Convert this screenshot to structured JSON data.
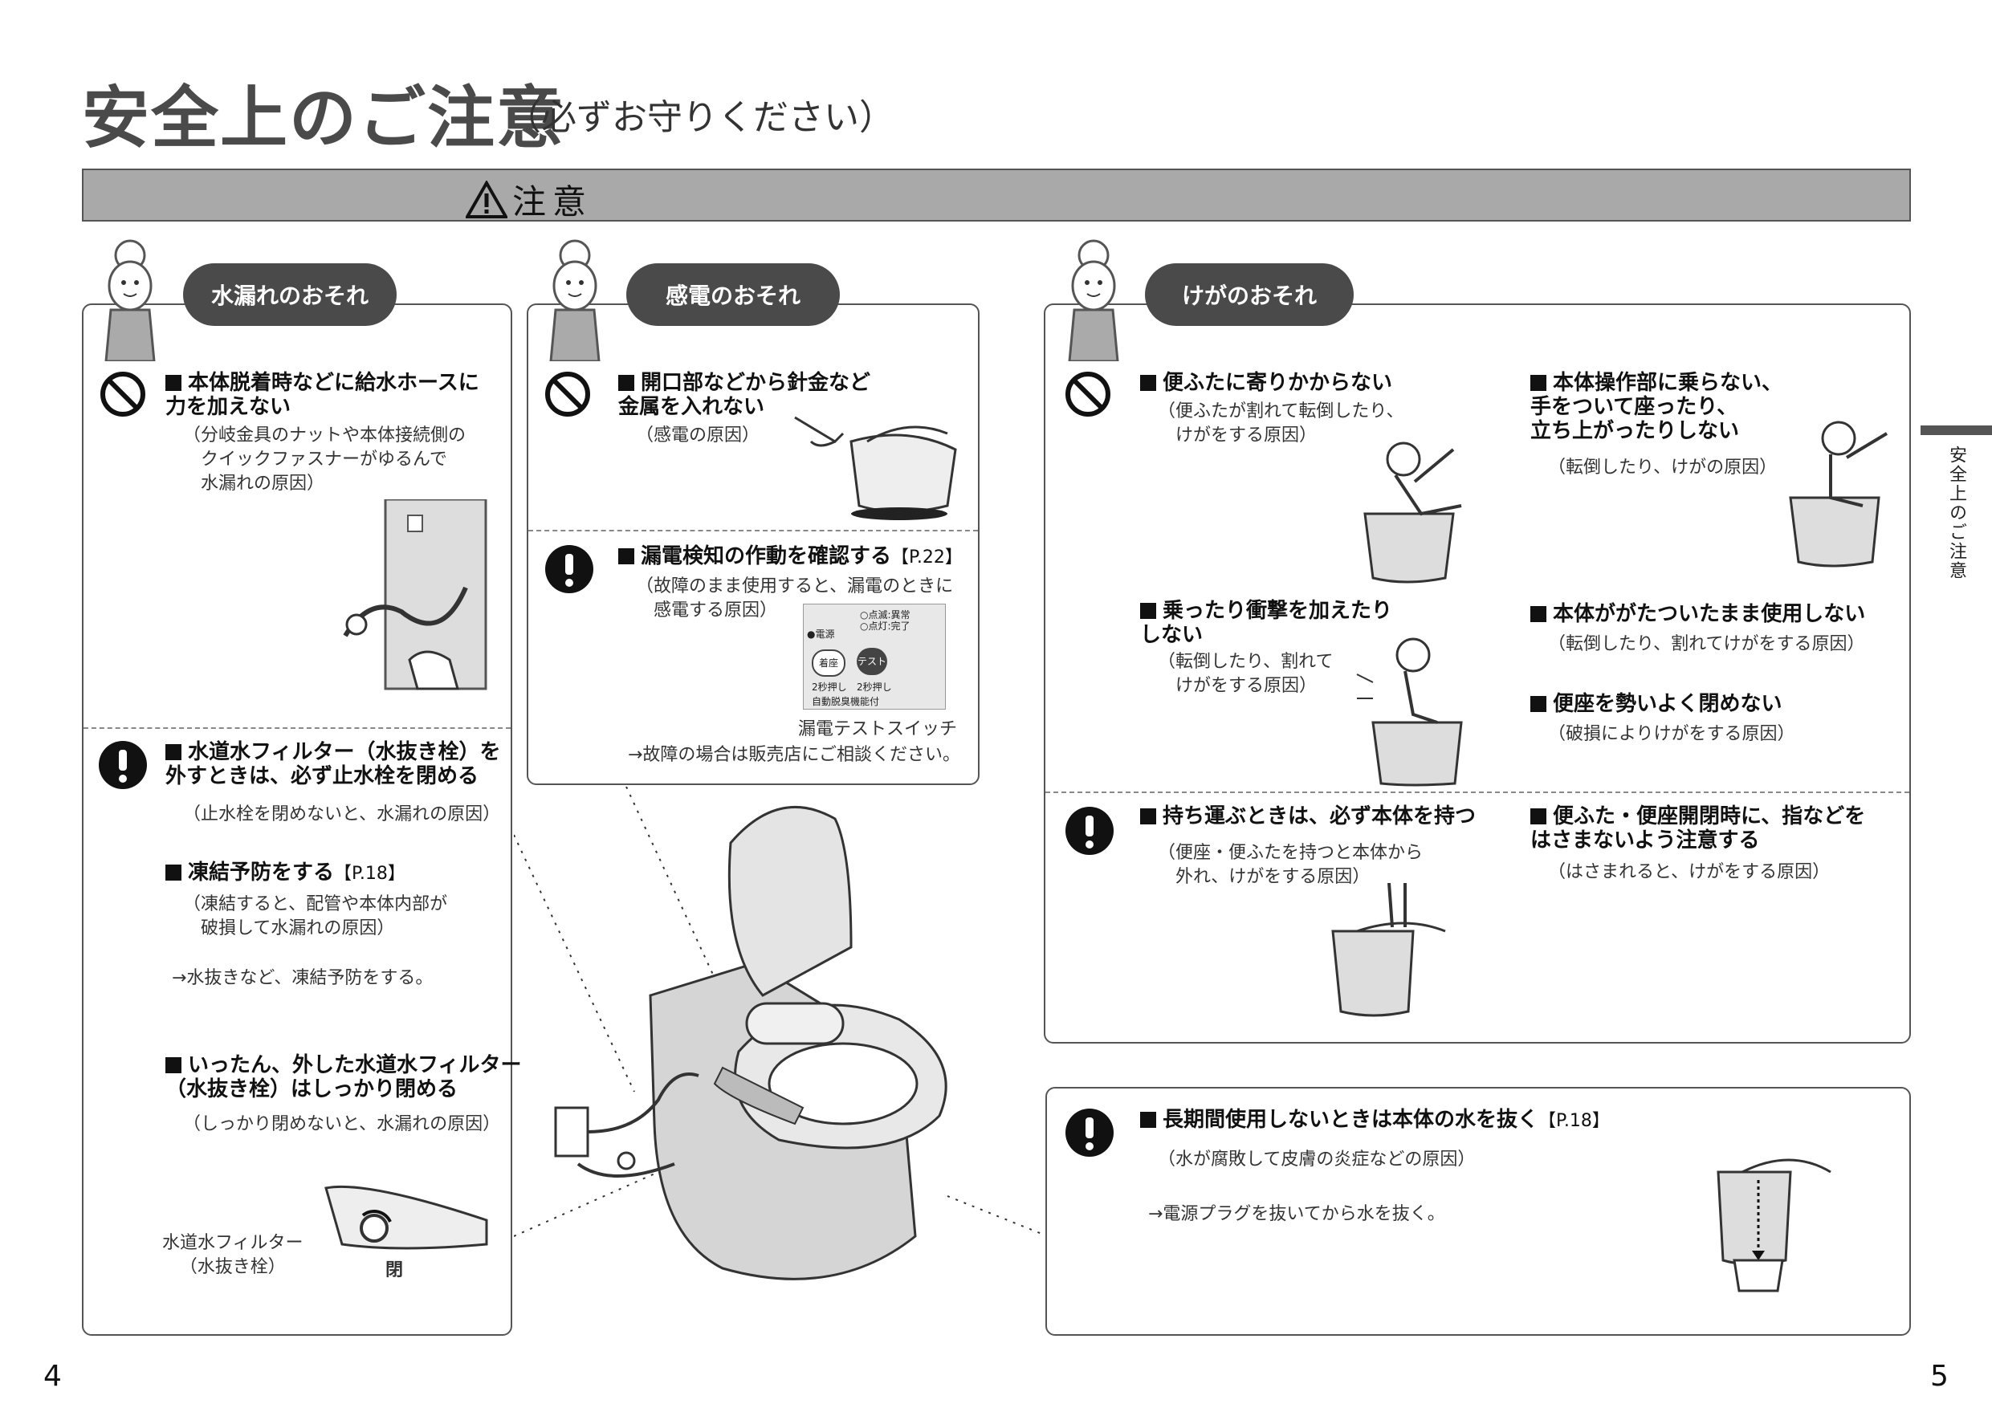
{
  "header": {
    "title": "安全上のご注意",
    "subtitle": "（必ずお守りください）",
    "caution_label": "注意"
  },
  "side_tab": {
    "label": "安全上のご注意"
  },
  "page_numbers": {
    "left": "4",
    "right": "5"
  },
  "water": {
    "bubble": "水漏れのおそれ",
    "item1": {
      "heading": "本体脱着時などに給水ホースに\n力を加えない",
      "note": "（分岐金具のナットや本体接続側の\n　クイックファスナーがゆるんで\n　水漏れの原因）"
    },
    "item2": {
      "heading": "水道水フィルター（水抜き栓）を\n外すときは、必ず止水栓を閉める",
      "note": "（止水栓を閉めないと、水漏れの原因）"
    },
    "item3": {
      "heading": "凍結予防をする",
      "ref": "【P.18】",
      "note": "（凍結すると、配管や本体内部が\n　破損して水漏れの原因）",
      "arrow": "→水抜きなど、凍結予防をする。"
    },
    "item4": {
      "heading": "いったん、外した水道水フィルター\n（水抜き栓）はしっかり閉める",
      "note": "（しっかり閉めないと、水漏れの原因）"
    },
    "filter_label": "水道水フィルター\n（水抜き栓）",
    "close_label": "閉"
  },
  "electric": {
    "bubble": "感電のおそれ",
    "item1": {
      "heading": "開口部などから針金など\n金属を入れない",
      "note": "（感電の原因）"
    },
    "item2": {
      "heading": "漏電検知の作動を確認する",
      "ref": "【P.22】",
      "note": "（故障のまま使用すると、漏電のときに\n　感電する原因）"
    },
    "switch_panel": {
      "power": "●電源",
      "status": "○点滅:異常\n○点灯:完了",
      "seat": "着座",
      "test": "テスト",
      "hold1": "2秒押し",
      "hold2": "2秒押し",
      "deodor": "自動脱臭機能付"
    },
    "switch_caption": "漏電テストスイッチ",
    "arrow": "→故障の場合は販売店にご相談ください。"
  },
  "injury": {
    "bubble": "けがのおそれ",
    "item1": {
      "heading": "便ふたに寄りかからない",
      "note": "（便ふたが割れて転倒したり、\n　けがをする原因）"
    },
    "item2": {
      "heading": "本体操作部に乗らない、\n手をついて座ったり、\n立ち上がったりしない",
      "note": "（転倒したり、けがの原因）"
    },
    "item3": {
      "heading": "乗ったり衝撃を加えたり\nしない",
      "note": "（転倒したり、割れて\n　けがをする原因）"
    },
    "item4": {
      "heading": "本体ががたついたまま使用しない",
      "note": "（転倒したり、割れてけがをする原因）"
    },
    "item5": {
      "heading": "便座を勢いよく閉めない",
      "note": "（破損によりけがをする原因）"
    },
    "item6": {
      "heading": "持ち運ぶときは、必ず本体を持つ",
      "note": "（便座・便ふたを持つと本体から\n　外れ、けがをする原因）"
    },
    "item7": {
      "heading": "便ふた・便座開閉時に、指などを\nはさまないよう注意する",
      "note": "（はさまれると、けがをする原因）"
    }
  },
  "drain": {
    "heading": "長期間使用しないときは本体の水を抜く",
    "ref": "【P.18】",
    "note": "（水が腐敗して皮膚の炎症などの原因）",
    "arrow": "→電源プラグを抜いてから水を抜く。"
  }
}
